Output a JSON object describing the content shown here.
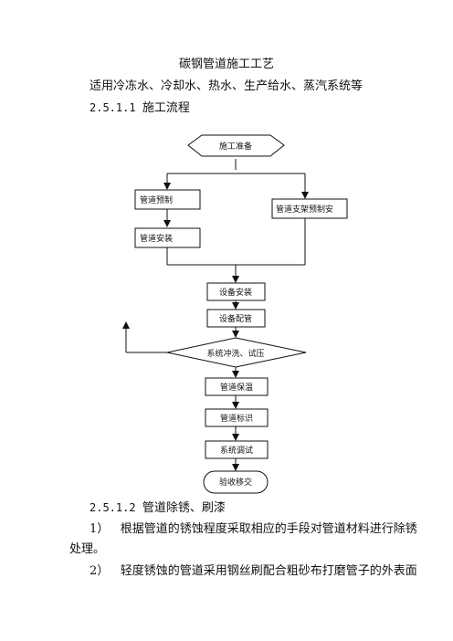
{
  "document": {
    "title": "碳钢管道施工工艺",
    "scope": "适用冷冻水、冷却水、热水、生产给水、蒸汽系统等",
    "section_1_number": "2.5.1.1",
    "section_1_title": "施工流程",
    "section_2_number": "2.5.1.2",
    "section_2_title": "管道除锈、刷漆",
    "para_1_marker": "1）",
    "para_1_text": "根据管道的锈蚀程度采取相应的手段对管道材料进行除锈",
    "para_1_cont": "处理。",
    "para_2_marker": "2）",
    "para_2_text": "轻度锈蚀的管道采用钢丝刷配合粗砂布打磨管子的外表面"
  },
  "flowchart": {
    "nodes": {
      "start": "施工准备",
      "prefab": "管道预制",
      "support": "管道支架预制安",
      "install": "管道安装",
      "equip_install": "设备安装",
      "equip_piping": "设备配管",
      "flush_test": "系统冲洗、试压",
      "insulation": "管道保温",
      "marking": "管道标识",
      "commissioning": "系统调试",
      "handover": "验收移交"
    }
  }
}
